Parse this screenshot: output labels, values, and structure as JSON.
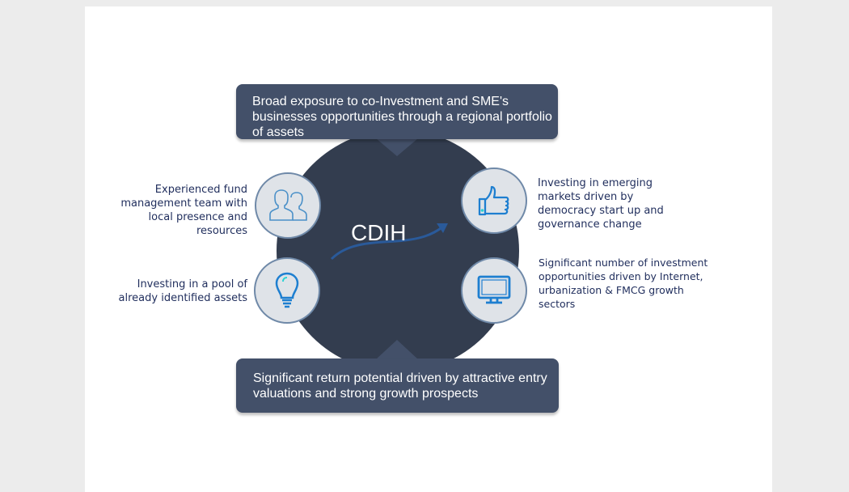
{
  "hub": {
    "title": "CDIH"
  },
  "top_box": {
    "text": "Broad exposure to co-Investment and SME's businesses  opportunities through a regional portfolio of assets"
  },
  "bottom_box": {
    "text": "Significant return potential driven by attractive entry valuations and strong growth prospects"
  },
  "nodes": [
    {
      "icon": "people-icon",
      "text": "Experienced fund management  team with local presence and resources"
    },
    {
      "icon": "lightbulb-icon",
      "text": "Investing in a pool of already identified assets"
    },
    {
      "icon": "thumbs-up-icon",
      "text": "Investing in emerging markets  driven by democracy start up and governance change"
    },
    {
      "icon": "monitor-icon",
      "text": "Significant number of investment  opportunities driven by Internet, urbanization & FMCG growth sectors"
    }
  ],
  "colors": {
    "hub": "#333d4f",
    "box": "#435069",
    "node_fill": "#dfe3e8",
    "icon": "#1e7fd0",
    "text": "#1f2d5c"
  }
}
